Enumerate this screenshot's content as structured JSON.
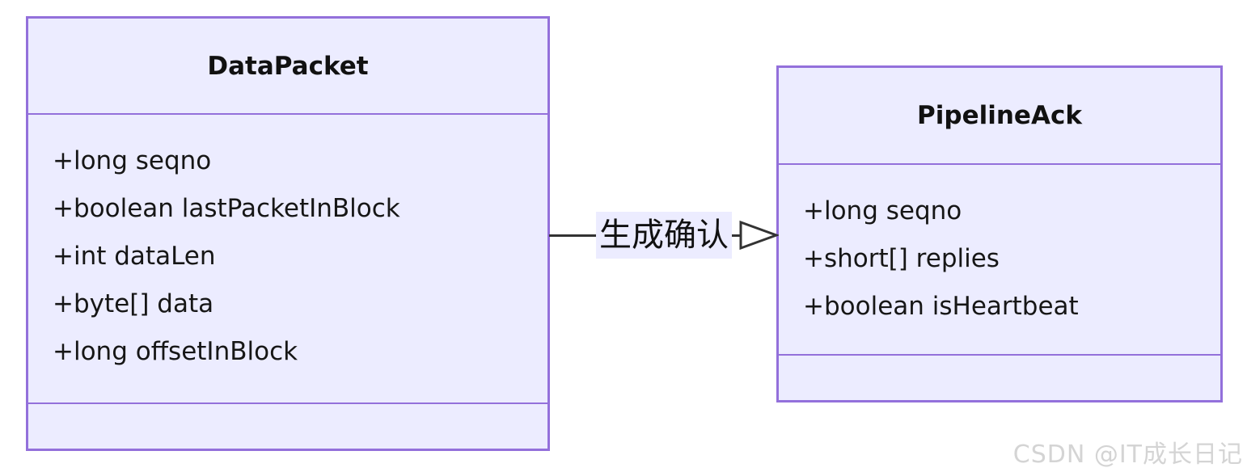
{
  "diagram": {
    "classes": [
      {
        "name": "DataPacket",
        "attributes": [
          "+long seqno",
          "+boolean lastPacketInBlock",
          "+int dataLen",
          "+byte[] data",
          "+long offsetInBlock"
        ]
      },
      {
        "name": "PipelineAck",
        "attributes": [
          "+long seqno",
          "+short[] replies",
          "+boolean isHeartbeat"
        ]
      }
    ],
    "edge": {
      "label": "生成确认",
      "from": "DataPacket",
      "to": "PipelineAck",
      "arrow_style": "hollow-triangle"
    },
    "colors": {
      "box_fill": "#ECECFF",
      "box_border": "#9370DB",
      "line": "#333333",
      "label_bg": "#ECECFF"
    }
  },
  "watermark": "CSDN @IT成长日记"
}
